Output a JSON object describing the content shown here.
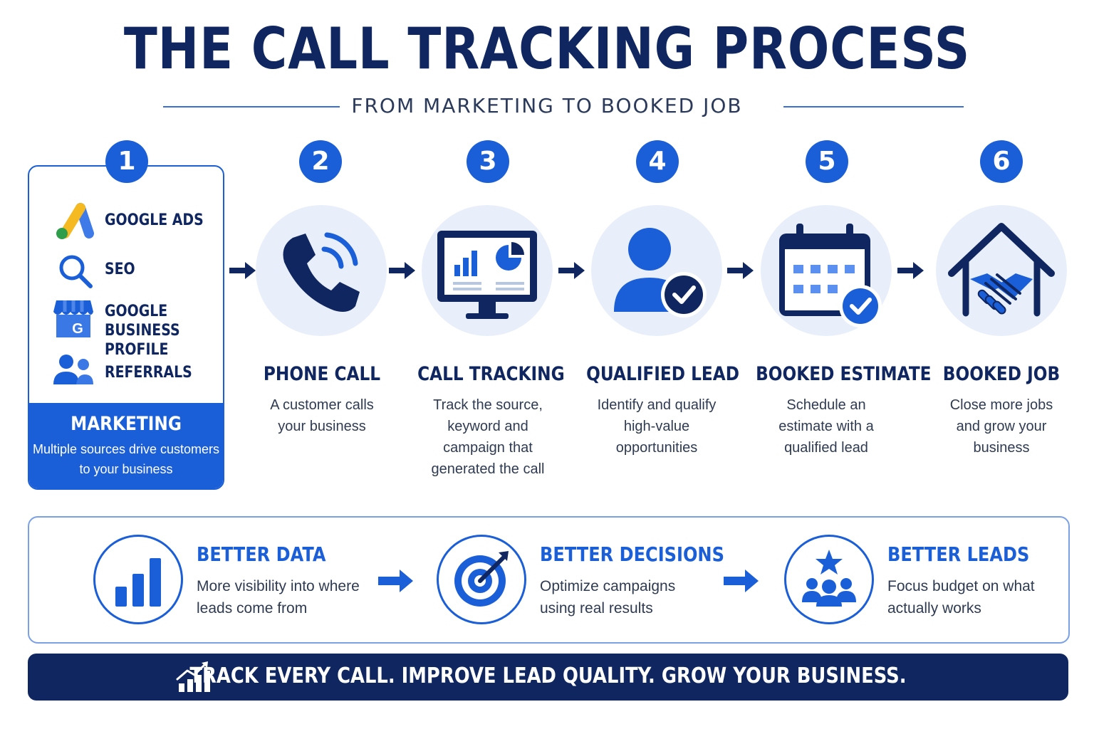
{
  "title": "THE CALL TRACKING PROCESS",
  "subtitle": "FROM MARKETING TO BOOKED JOB",
  "marketing": {
    "number": "1",
    "items": [
      {
        "label": "GOOGLE ADS",
        "icon": "google-ads-icon"
      },
      {
        "label": "SEO",
        "icon": "magnifier-icon"
      },
      {
        "label": "GOOGLE BUSINESS PROFILE",
        "icon": "google-business-storefront-icon"
      },
      {
        "label": "REFERRALS",
        "icon": "people-icon"
      }
    ],
    "title": "MARKETING",
    "description": "Multiple sources drive customers to your business"
  },
  "steps": [
    {
      "number": "2",
      "title": "PHONE CALL",
      "description": "A customer calls your business",
      "icon": "phone-icon"
    },
    {
      "number": "3",
      "title": "CALL TRACKING",
      "description": "Track the source, keyword and campaign that generated the call",
      "icon": "monitor-analytics-icon"
    },
    {
      "number": "4",
      "title": "QUALIFIED LEAD",
      "description": "Identify and qualify high-value opportunities",
      "icon": "person-check-icon"
    },
    {
      "number": "5",
      "title": "BOOKED ESTIMATE",
      "description": "Schedule an estimate with a qualified lead",
      "icon": "calendar-check-icon"
    },
    {
      "number": "6",
      "title": "BOOKED JOB",
      "description": "Close more jobs and grow your business",
      "icon": "house-handshake-icon"
    }
  ],
  "benefits": [
    {
      "title": "BETTER DATA",
      "description": "More visibility into where leads come from",
      "icon": "bar-chart-icon"
    },
    {
      "title": "BETTER DECISIONS",
      "description": "Optimize campaigns using real results",
      "icon": "target-icon"
    },
    {
      "title": "BETTER LEADS",
      "description": "Focus budget on what actually works",
      "icon": "team-star-icon"
    }
  ],
  "footer": {
    "text": "TRACK EVERY CALL. IMPROVE LEAD QUALITY. GROW YOUR BUSINESS.",
    "icon": "growth-chart-icon"
  },
  "colors": {
    "navy": "#0f2660",
    "blue": "#1a5ed8",
    "light_circle": "#e8effa"
  }
}
